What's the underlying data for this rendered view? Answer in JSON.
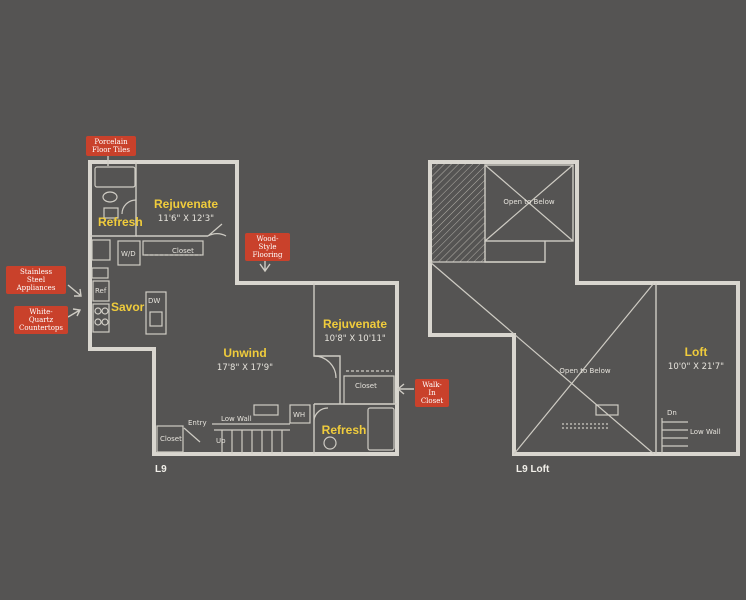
{
  "colors": {
    "background": "#555453",
    "walls": "#d9d6cf",
    "room_label": "#f0cc3c",
    "callout": "#c9412b"
  },
  "plans": {
    "main": {
      "label": "L9",
      "rooms": {
        "bath_upper": {
          "name": "Refresh"
        },
        "bedroom_upper": {
          "name": "Rejuvenate",
          "dim": "11'6\" X 12'3\""
        },
        "kitchen": {
          "name": "Savor"
        },
        "living": {
          "name": "Unwind",
          "dim": "17'8\" X 17'9\""
        },
        "bedroom_lower": {
          "name": "Rejuvenate",
          "dim": "10'8\" X 10'11\""
        },
        "bath_lower": {
          "name": "Refresh"
        }
      },
      "fixtures": {
        "closet_upper": "Closet",
        "wd": "W/D",
        "ref": "Ref",
        "dw": "DW",
        "closet_lower": "Closet",
        "wh": "WH",
        "entry": "Entry",
        "entry_closet": "Closet",
        "low_wall": "Low Wall",
        "up": "Up"
      }
    },
    "loft": {
      "label": "L9 Loft",
      "open_to_below_top": "Open to Below",
      "open_to_below_main": "Open to Below",
      "room": {
        "name": "Loft",
        "dim": "10'0\" X 21'7\""
      },
      "dn": "Dn",
      "low_wall": "Low Wall"
    }
  },
  "callouts": {
    "porcelain": "Porcelain Floor Tiles",
    "wood": "Wood-Style Flooring",
    "stainless": "Stainless Steel Appliances",
    "quartz": "White-Quartz Countertops",
    "walkin": "Walk-In Closet"
  }
}
